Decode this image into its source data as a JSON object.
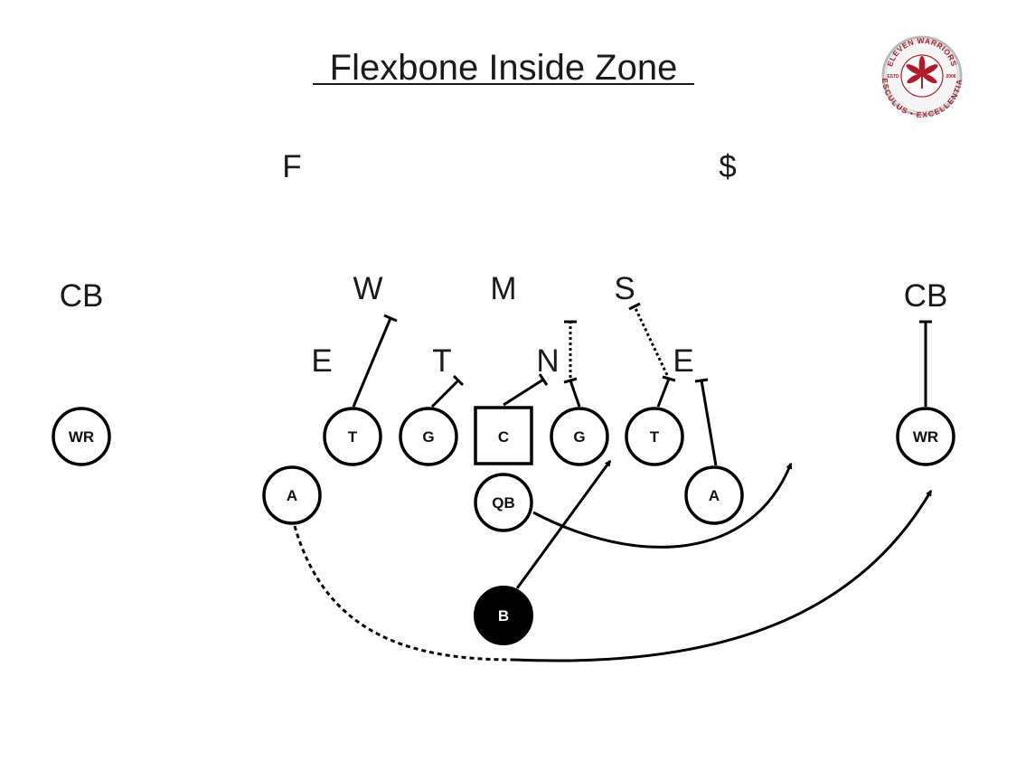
{
  "title": "Flexbone Inside Zone",
  "logo": {
    "top_text": "ELEVEN WARRIORS",
    "bottom_text": "AESCULUS • EXCELLENTIAM",
    "year_left": "ESTD",
    "year_right": "2006",
    "color": "#b01d2a"
  },
  "defense": {
    "free_safety": "F",
    "strong_safety": "$",
    "cb_left": "CB",
    "cb_right": "CB",
    "will": "W",
    "mike": "M",
    "sam": "S",
    "end_left": "E",
    "tackle": "T",
    "nose": "N",
    "end_right": "E"
  },
  "offense": {
    "wr_left": "WR",
    "lt": "T",
    "lg": "G",
    "center": "C",
    "rg": "G",
    "rt": "T",
    "wr_right": "WR",
    "a_left": "A",
    "qb": "QB",
    "a_right": "A",
    "b_back": "B"
  }
}
